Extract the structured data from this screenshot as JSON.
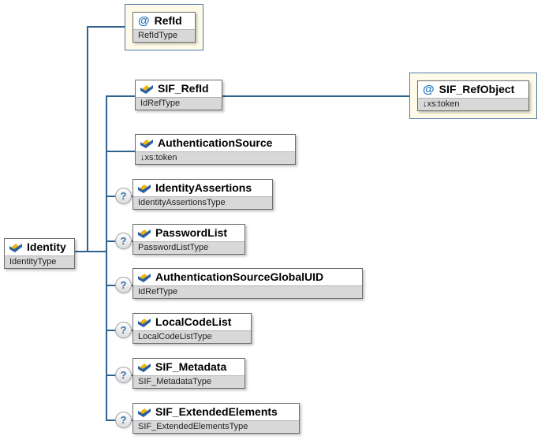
{
  "diagram": {
    "markers": {
      "attribute": "@",
      "optional": "?"
    },
    "root": {
      "title": "Identity",
      "type": "IdentityType"
    },
    "children": [
      {
        "title": "RefId",
        "type": "RefIdType",
        "kind": "attribute",
        "optional": false,
        "framed": true
      },
      {
        "title": "SIF_RefId",
        "type": "IdRefType",
        "kind": "element",
        "optional": false
      },
      {
        "title": "AuthenticationSource",
        "type": "↓xs:token",
        "kind": "element",
        "optional": false
      },
      {
        "title": "IdentityAssertions",
        "type": "IdentityAssertionsType",
        "kind": "element",
        "optional": true
      },
      {
        "title": "PasswordList",
        "type": "PasswordListType",
        "kind": "element",
        "optional": true
      },
      {
        "title": "AuthenticationSourceGlobalUID",
        "type": "IdRefType",
        "kind": "element",
        "optional": true
      },
      {
        "title": "LocalCodeList",
        "type": "LocalCodeListType",
        "kind": "element",
        "optional": true
      },
      {
        "title": "SIF_Metadata",
        "type": "SIF_MetadataType",
        "kind": "element",
        "optional": true
      },
      {
        "title": "SIF_ExtendedElements",
        "type": "SIF_ExtendedElementsType",
        "kind": "element",
        "optional": true
      }
    ],
    "attribute_of_sif_refid": {
      "title": "SIF_RefObject",
      "type": "↓xs:token",
      "kind": "attribute",
      "framed": true
    }
  },
  "colors": {
    "connector": "#31618f",
    "frame_background": "#fffbe8",
    "frame_border": "#4a7aad",
    "box_border": "#6e6e6e",
    "subtitle_background": "#d8d8d8",
    "attribute_marker": "#1e73b8",
    "optional_marker": "#3a6ea5",
    "icon_gold": "#efb50a",
    "icon_blue": "#2b5fa5"
  }
}
